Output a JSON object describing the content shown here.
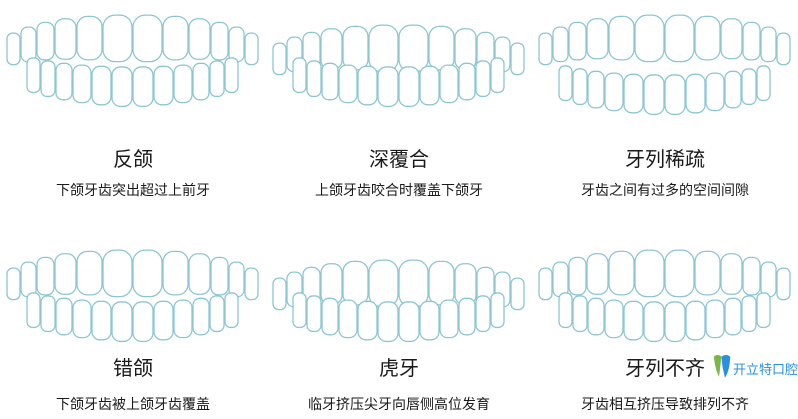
{
  "items": [
    {
      "title": "反颌",
      "description": "下颌牙齿突出超过上前牙"
    },
    {
      "title": "深覆合",
      "description": "上颌牙齿咬合时覆盖下颌牙"
    },
    {
      "title": "牙列稀疏",
      "description": "牙齿之间有过多的空间间隙"
    },
    {
      "title": "错颌",
      "description": "下颌牙齿被上颌牙齿覆盖"
    },
    {
      "title": "虎牙",
      "description": "临牙挤压尖牙向唇侧高位发育"
    },
    {
      "title": "牙列不齐",
      "description": "牙齿相互挤压导致排列不齐"
    }
  ],
  "watermark": {
    "text": "开立特口腔"
  },
  "colors": {
    "tooth_outline": "#8cc6d4",
    "logo_blue": "#2a8fe0",
    "logo_green": "#7ab648"
  }
}
